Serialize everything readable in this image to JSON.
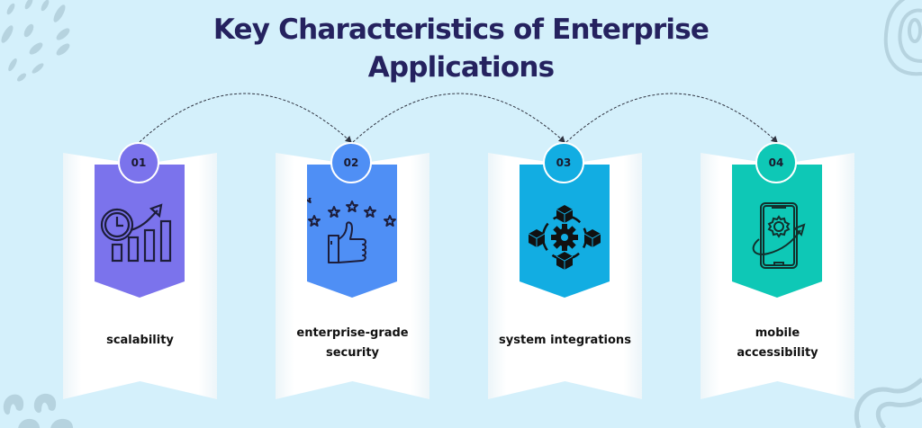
{
  "title": {
    "line1": "Key Characteristics of Enterprise",
    "line2": "Applications"
  },
  "colors": {
    "background": "#d4f0fb",
    "title": "#25225f",
    "card_1": "#7b73ec",
    "card_2": "#4f8ff5",
    "card_3": "#12ade2",
    "card_4": "#0ec8b6",
    "decoration": "#b6d3df"
  },
  "cards": [
    {
      "number": "01",
      "icon": "clock-growth-chart-icon",
      "label_line1": "scalability",
      "label_line2": ""
    },
    {
      "number": "02",
      "icon": "thumbs-up-stars-icon",
      "label_line1": "enterprise-grade",
      "label_line2": "security"
    },
    {
      "number": "03",
      "icon": "gear-network-cubes-icon",
      "label_line1": "system integrations",
      "label_line2": ""
    },
    {
      "number": "04",
      "icon": "mobile-gear-arrow-icon",
      "label_line1": "mobile",
      "label_line2": "accessibility"
    }
  ]
}
